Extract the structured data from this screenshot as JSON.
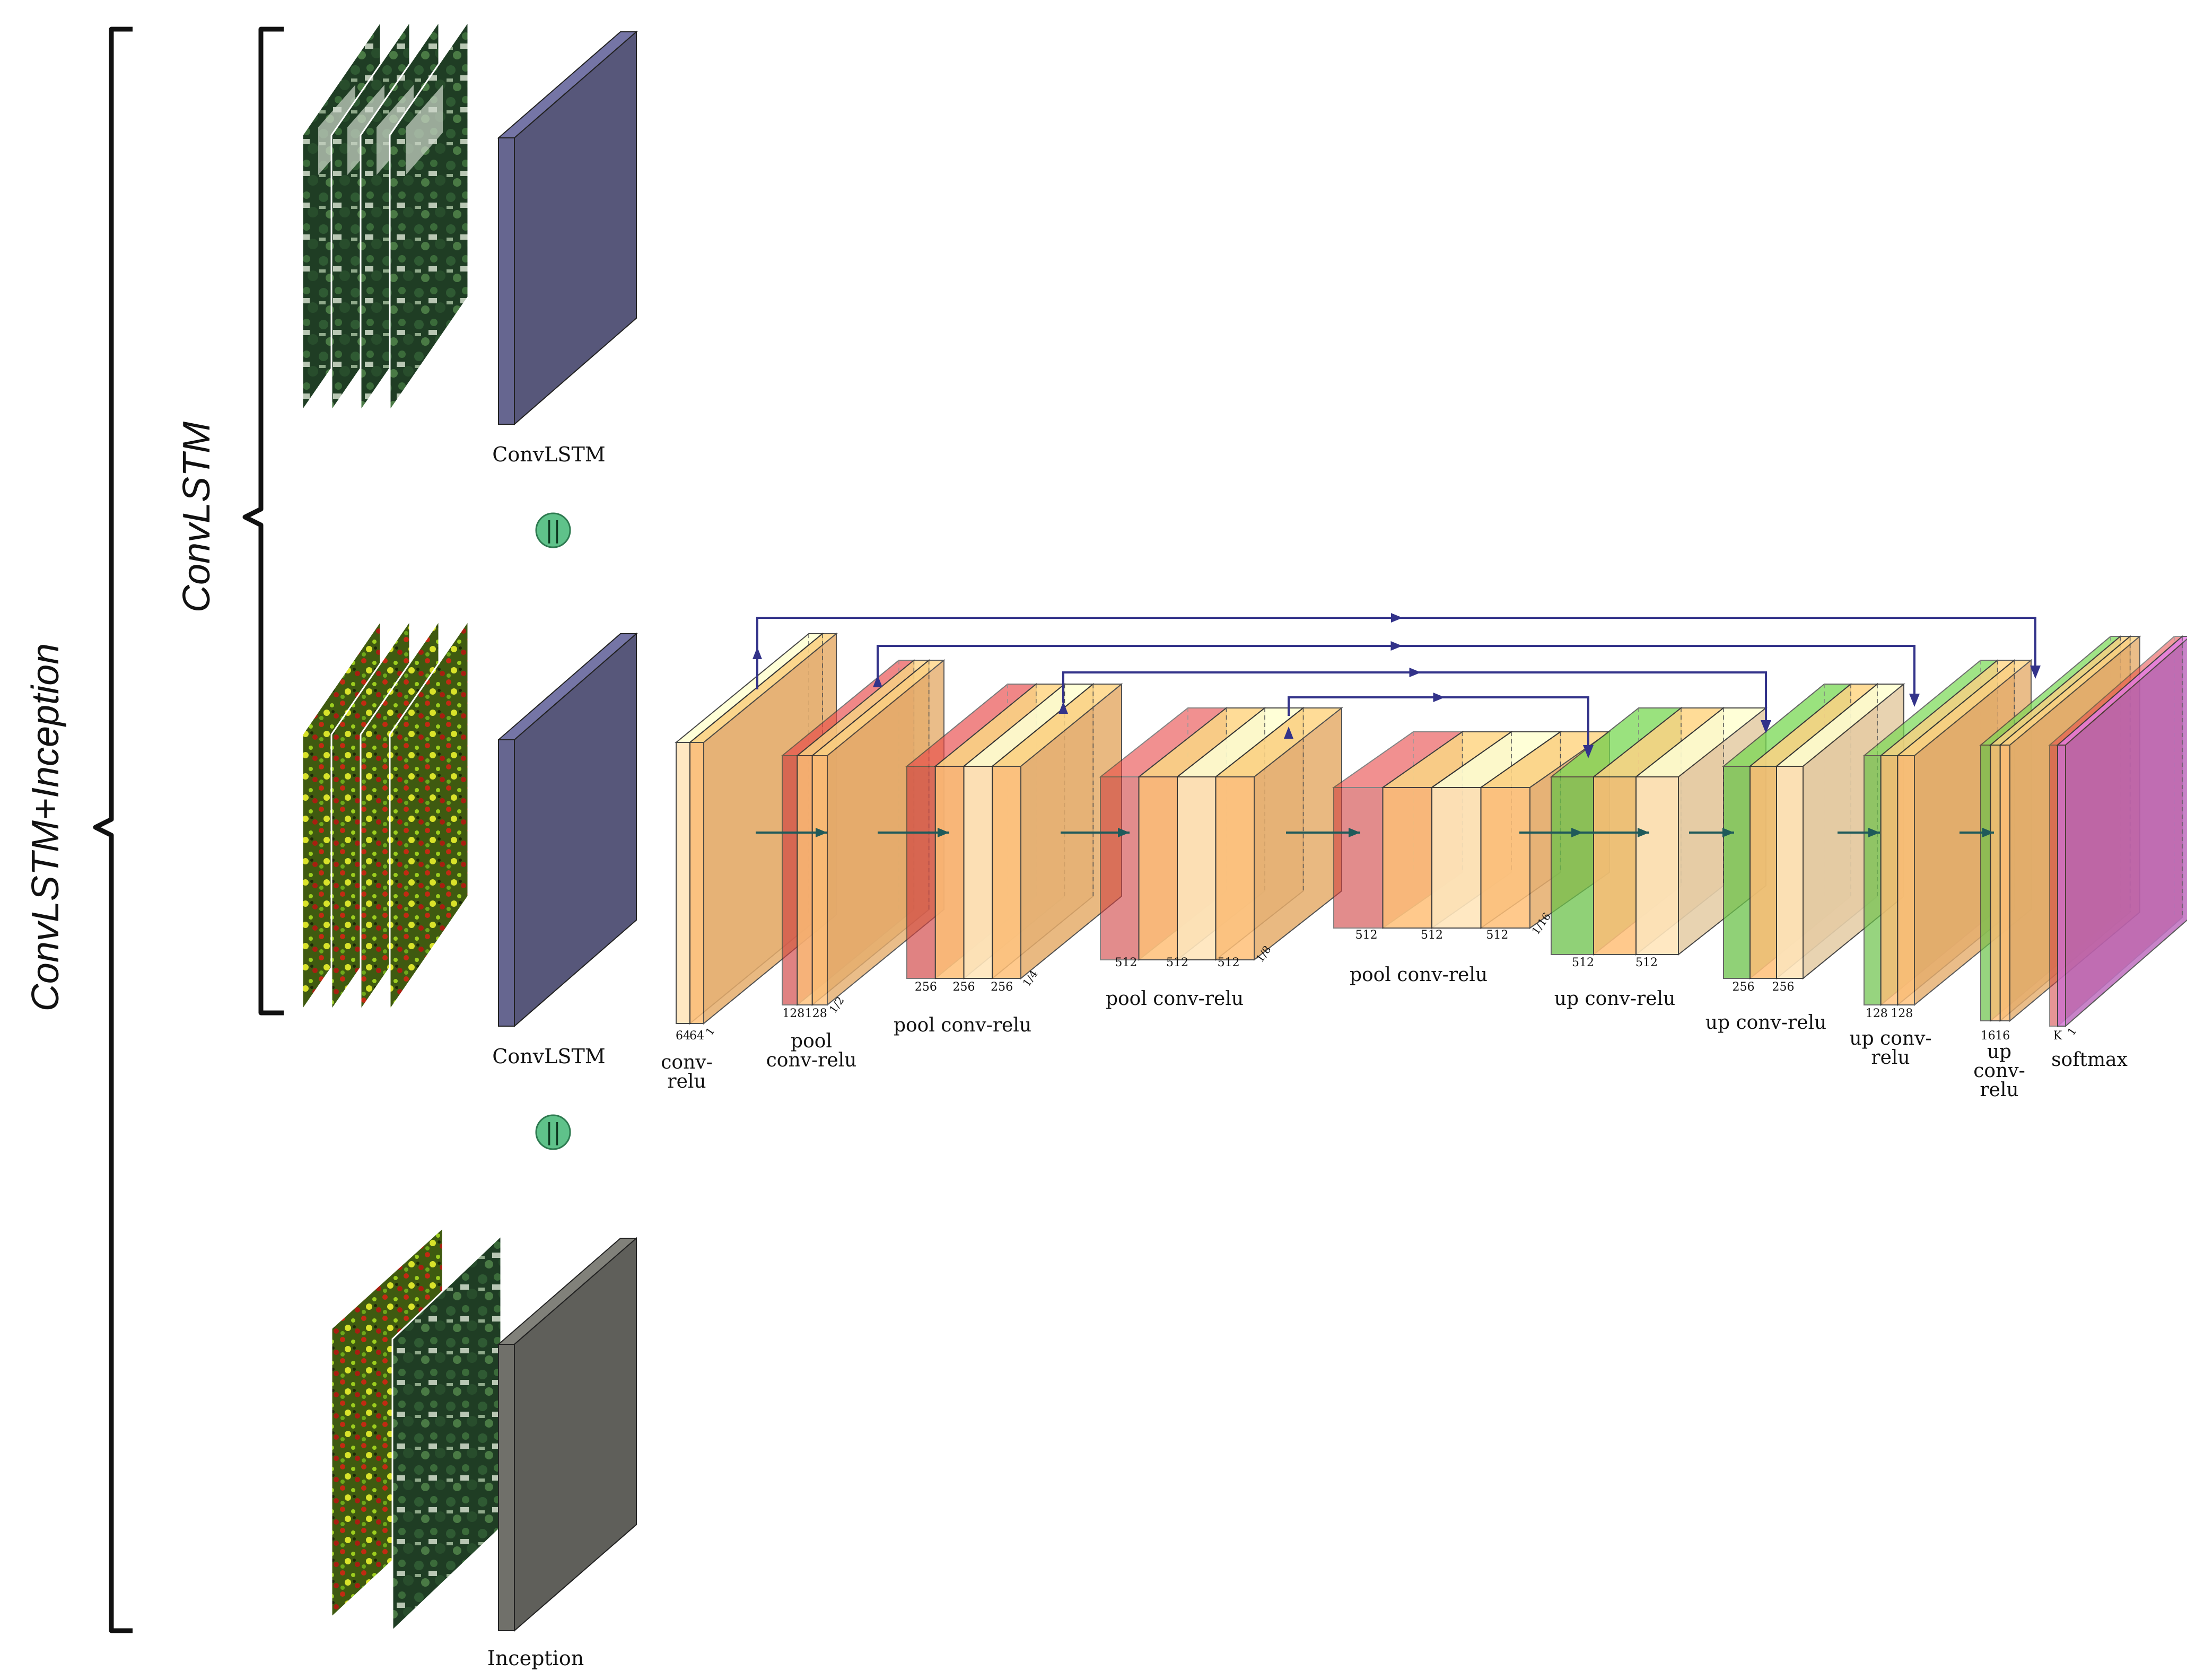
{
  "brackets": {
    "outer_label": "ConvLSTM+Inception",
    "inner_label": "ConvLSTM"
  },
  "branches": {
    "convlstm_top": {
      "label": "ConvLSTM",
      "block_color": "#666690",
      "image_kind": "aerial RGB sequence"
    },
    "convlstm_mid": {
      "label": "ConvLSTM",
      "block_color": "#666690",
      "image_kind": "vegetation index sequence"
    },
    "inception": {
      "label": "Inception",
      "block_color": "#70706A",
      "image_kind": "RGB + index pair"
    },
    "concat_symbol": "||"
  },
  "unet": {
    "colors": {
      "conv": "#FFC078",
      "conv_light": "#FFE6BC",
      "pool": "#D04040",
      "up": "#6CC24A",
      "softmax": "#D070D0",
      "skip": "#33338A",
      "flow": "#1F5A5A"
    },
    "blocks": [
      {
        "label": "conv-\nrelu",
        "label_lines": [
          "conv-",
          "relu"
        ],
        "channels": [
          "64",
          "64"
        ],
        "scale": "1"
      },
      {
        "label": "pool\nconv-relu",
        "label_lines": [
          "pool",
          "conv-relu"
        ],
        "channels": [
          "128",
          "128"
        ],
        "scale": "1/2"
      },
      {
        "label": "pool conv-relu",
        "label_lines": [
          "pool conv-relu"
        ],
        "channels": [
          "256",
          "256",
          "256"
        ],
        "scale": "1/4"
      },
      {
        "label": "pool conv-relu",
        "label_lines": [
          "pool conv-relu"
        ],
        "channels": [
          "512",
          "512",
          "512"
        ],
        "scale": "1/8"
      },
      {
        "label": "pool conv-relu",
        "label_lines": [
          "pool conv-relu"
        ],
        "channels": [
          "512",
          "512",
          "512"
        ],
        "scale": "1/16"
      },
      {
        "label": "up conv-relu",
        "label_lines": [
          "up conv-relu"
        ],
        "channels": [
          "512",
          "512"
        ],
        "scale": ""
      },
      {
        "label": "up conv-relu",
        "label_lines": [
          "up conv-relu"
        ],
        "channels": [
          "256",
          "256"
        ],
        "scale": ""
      },
      {
        "label": "up conv-\nrelu",
        "label_lines": [
          "up conv-",
          "relu"
        ],
        "channels": [
          "128",
          "128"
        ],
        "scale": ""
      },
      {
        "label": "up\nconv-\nrelu",
        "label_lines": [
          "up",
          "conv-",
          "relu"
        ],
        "channels": [
          "16",
          "16"
        ],
        "scale": ""
      },
      {
        "label": "softmax",
        "label_lines": [
          "softmax"
        ],
        "channels": [
          "K"
        ],
        "scale": "1"
      }
    ]
  }
}
